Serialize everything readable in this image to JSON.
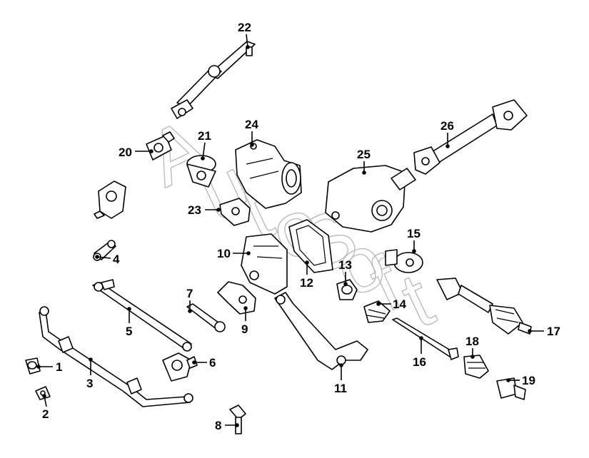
{
  "callouts": [
    {
      "id": "1",
      "label": "1"
    },
    {
      "id": "2",
      "label": "2"
    },
    {
      "id": "3",
      "label": "3"
    },
    {
      "id": "4",
      "label": "4"
    },
    {
      "id": "5",
      "label": "5"
    },
    {
      "id": "6",
      "label": "6"
    },
    {
      "id": "7",
      "label": "7"
    },
    {
      "id": "8",
      "label": "8"
    },
    {
      "id": "9",
      "label": "9"
    },
    {
      "id": "10",
      "label": "10"
    },
    {
      "id": "11",
      "label": "11"
    },
    {
      "id": "12",
      "label": "12"
    },
    {
      "id": "13",
      "label": "13"
    },
    {
      "id": "14",
      "label": "14"
    },
    {
      "id": "15",
      "label": "15"
    },
    {
      "id": "16",
      "label": "16"
    },
    {
      "id": "17",
      "label": "17"
    },
    {
      "id": "18",
      "label": "18"
    },
    {
      "id": "19",
      "label": "19"
    },
    {
      "id": "20",
      "label": "20"
    },
    {
      "id": "21",
      "label": "21"
    },
    {
      "id": "22",
      "label": "22"
    },
    {
      "id": "23",
      "label": "23"
    },
    {
      "id": "24",
      "label": "24"
    },
    {
      "id": "25",
      "label": "25"
    },
    {
      "id": "26",
      "label": "26"
    }
  ],
  "watermark": {
    "letters": [
      "A",
      "u",
      "t",
      "o",
      "S",
      "o",
      "f",
      "t"
    ]
  }
}
